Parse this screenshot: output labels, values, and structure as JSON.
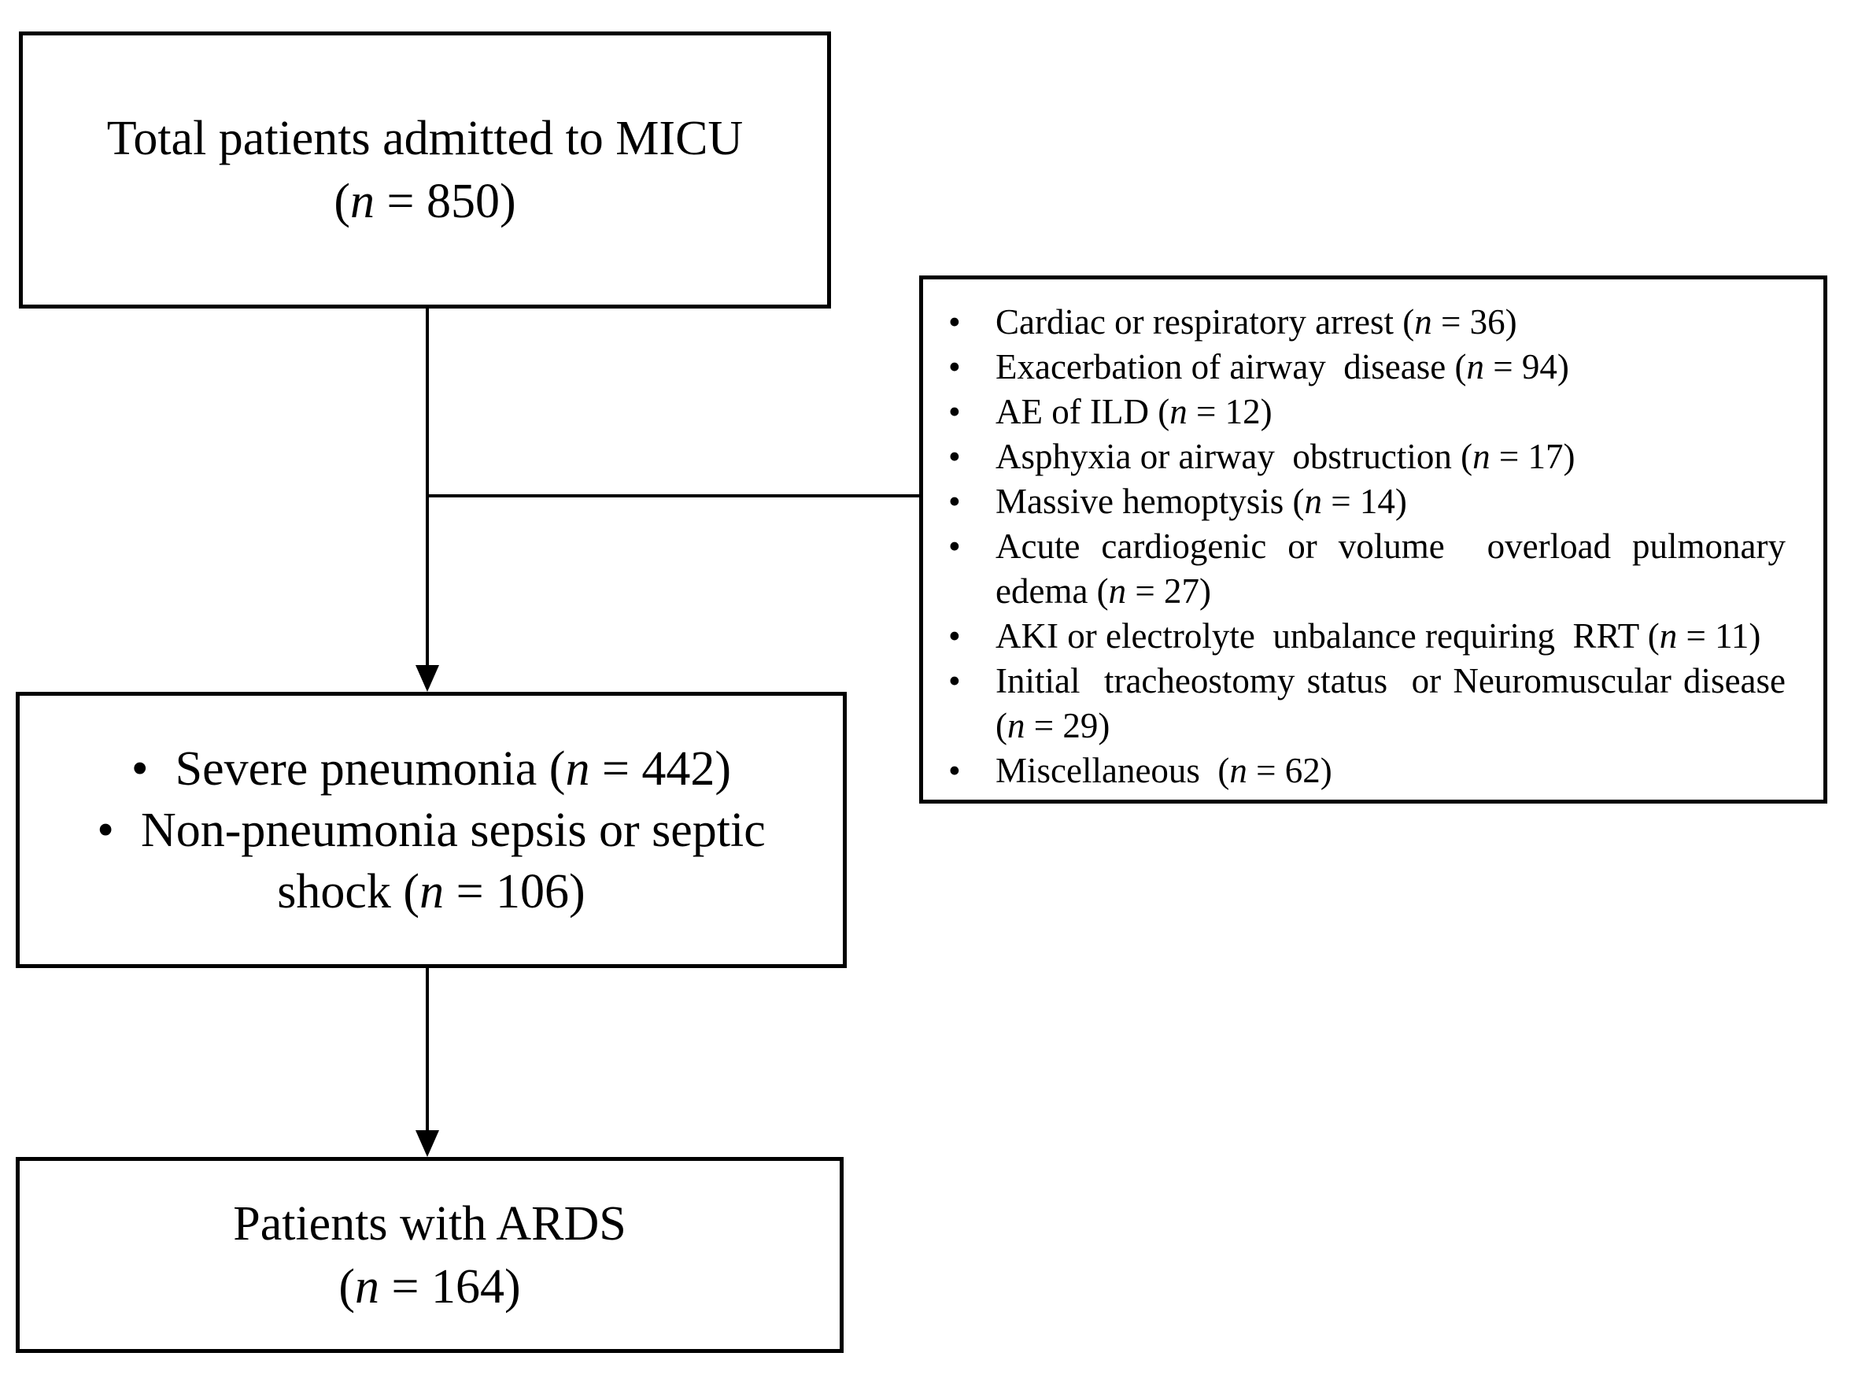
{
  "diagram": {
    "background_color": "#ffffff",
    "stroke_color": "#000000",
    "text_color": "#000000",
    "top_box": {
      "line1": "Total patients admitted to MICU",
      "line2": "(n = 850)"
    },
    "exclusion_box": {
      "items": [
        "Cardiac or respiratory arrest (n = 36)",
        "Exacerbation of airway  disease (n = 94)",
        "AE of ILD (n = 12)",
        "Asphyxia or airway  obstruction (n = 17)",
        "Massive hemoptysis (n = 14)",
        "Acute cardiogenic or volume  overload pulmonary edema (n = 27)",
        "AKI or electrolyte  unbalance requiring  RRT (n = 11)",
        "Initial  tracheostomy status  or Neuromuscular disease (n = 29)",
        "Miscellaneous  (n = 62)"
      ]
    },
    "cohort_box": {
      "items": [
        "Severe pneumonia (n = 442)",
        "Non-pneumonia sepsis or septic shock (n = 106)"
      ]
    },
    "final_box": {
      "line1": "Patients with ARDS",
      "line2": "(n = 164)"
    }
  }
}
